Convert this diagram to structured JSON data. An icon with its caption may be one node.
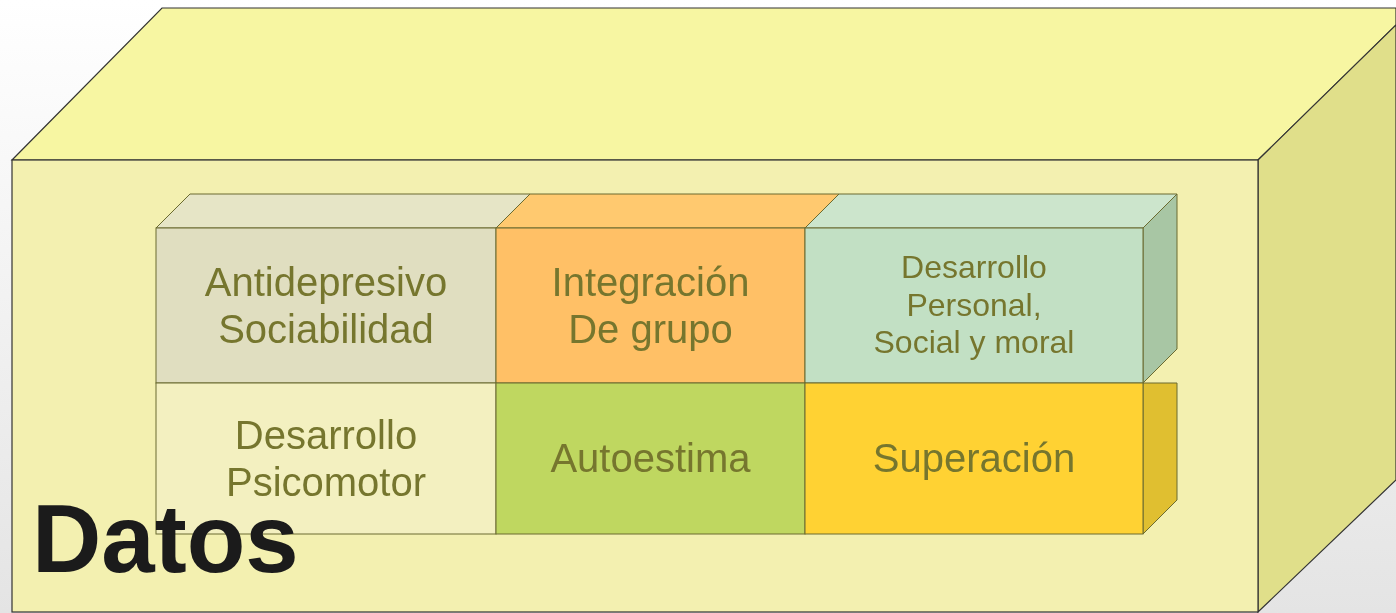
{
  "diagram": {
    "nodes": [
      {
        "text": [
          "Datos"
        ]
      },
      {
        "text": [
          "Antidepresivo Sociabilidad"
        ],
        "in": 0
      },
      {
        "text": [
          "Integración De grupo"
        ],
        "in": 0
      },
      {
        "text": [
          "Desarrollo Personal, Social y moral"
        ],
        "in": 0
      },
      {
        "text": [
          "Desarrollo Psicomotor"
        ],
        "in": 0
      },
      {
        "text": [
          "Autoestima"
        ],
        "in": 0
      },
      {
        "text": [
          "Superación"
        ],
        "in": 0
      }
    ]
  }
}
